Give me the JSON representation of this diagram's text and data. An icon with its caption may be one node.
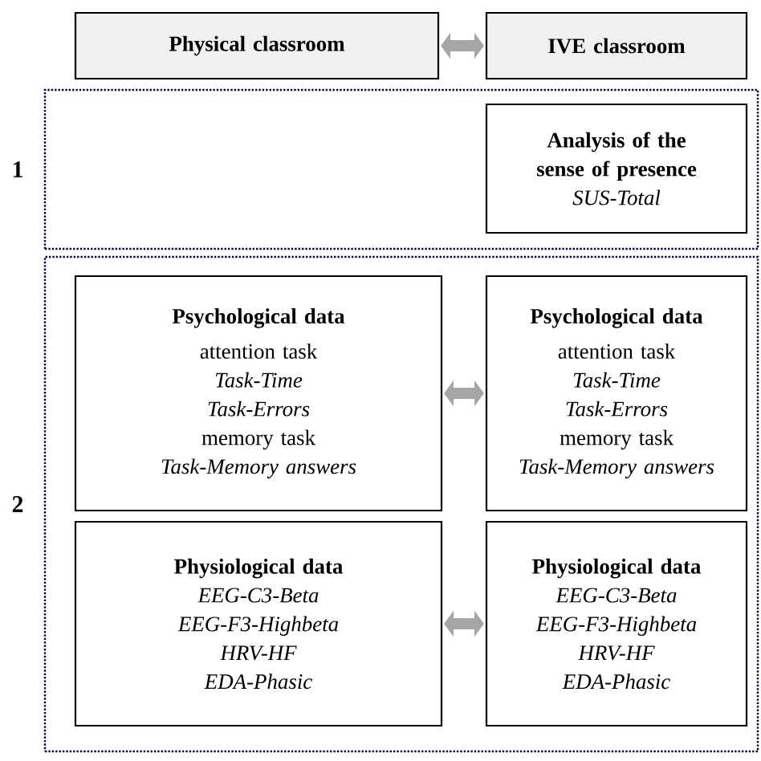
{
  "diagram": {
    "nodes": [
      {
        "text": [
          "Physical classroom"
        ]
      },
      {
        "text": [
          "IVE classroom"
        ]
      },
      {
        "text": [
          "1"
        ]
      },
      {
        "text": [
          "Analysis of the sense of presence",
          "SUS-Total"
        ],
        "in": 2
      },
      {
        "text": [
          "2"
        ]
      },
      {
        "text": [
          "Psychological data",
          "attention task",
          "Task-Time",
          "Task-Errors",
          "memory task",
          "Task-Memory answers"
        ],
        "in": 4
      },
      {
        "text": [
          "Psychological data",
          "attention task",
          "Task-Time",
          "Task-Errors",
          "memory task",
          "Task-Memory answers"
        ],
        "in": 4
      },
      {
        "text": [
          "Physiological data",
          "EEG-C3-Beta",
          "EEG-F3-Highbeta",
          "HRV-HF",
          "EDA-Phasic"
        ],
        "in": 4
      },
      {
        "text": [
          "Physiological data",
          "EEG-C3-Beta",
          "EEG-F3-Highbeta",
          "HRV-HF",
          "EDA-Phasic"
        ],
        "in": 4
      }
    ],
    "edges": [
      {
        "from": 0,
        "to": 1,
        "arrow": "both"
      },
      {
        "from": 5,
        "to": 6,
        "arrow": "both"
      },
      {
        "from": 7,
        "to": 8,
        "arrow": "both"
      }
    ]
  }
}
